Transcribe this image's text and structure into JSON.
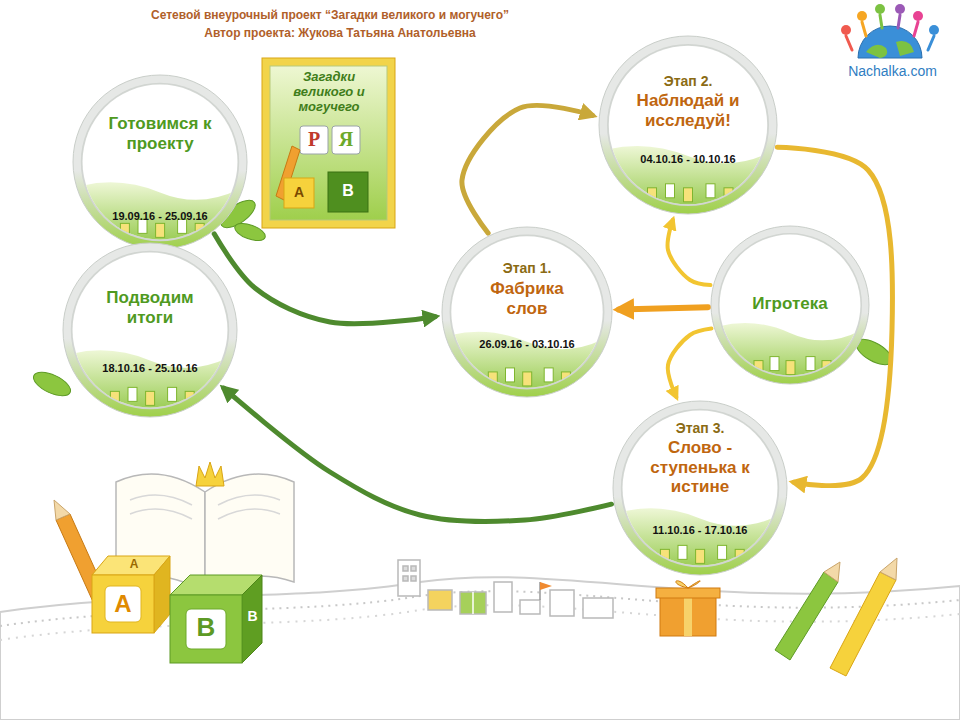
{
  "diagram": {
    "title": "Сетевой внеурочный проект “Загадки великого и могучего”",
    "nodes": [
      {
        "text": [
          "Готовимся к проекту",
          "19.09.16 - 25.09.16"
        ]
      },
      {
        "text": [
          "Подводим итоги",
          "18.10.16 - 25.10.16"
        ]
      },
      {
        "text": [
          "Этап 1.",
          "Фабрика слов",
          "26.09.16 - 03.10.16"
        ]
      },
      {
        "text": [
          "Этап 2.",
          "Наблюдай и исследуй!",
          "04.10.16 - 10.10.16"
        ]
      },
      {
        "text": [
          "Игротека"
        ]
      },
      {
        "text": [
          "Этап 3.",
          "Слово - ступенька к истине",
          "11.10.16 - 17.10.16"
        ]
      }
    ],
    "edges": [
      {
        "from": 0,
        "to": 2,
        "arrow": "to"
      },
      {
        "from": 2,
        "to": 3,
        "arrow": "to"
      },
      {
        "from": 3,
        "to": 5,
        "arrow": "to"
      },
      {
        "from": 5,
        "to": 1,
        "arrow": "to"
      },
      {
        "from": 4,
        "to": 3,
        "arrow": "to"
      },
      {
        "from": 4,
        "to": 2,
        "arrow": "to"
      },
      {
        "from": 4,
        "to": 5,
        "arrow": "to"
      }
    ],
    "labels": [
      "Автор проекта: Жукова Татьяна Анатольевна",
      "Nachalka.com",
      "Загадки великого и могучего",
      "Р",
      "Я",
      "А",
      "В",
      "А",
      "А",
      "В",
      "В"
    ]
  }
}
